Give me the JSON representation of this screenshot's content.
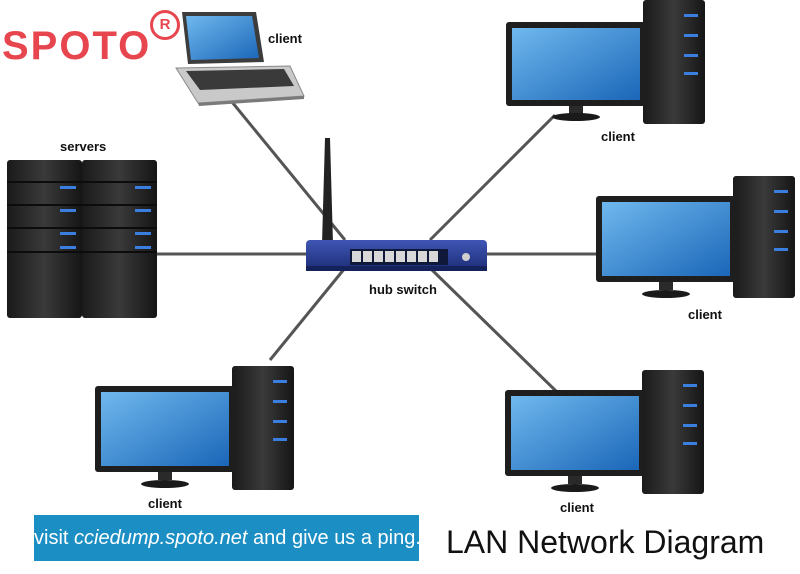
{
  "logo": {
    "text": "SPOTO",
    "registered_mark": "R",
    "color": "#e8464e"
  },
  "labels": {
    "laptop_client": "client",
    "servers": "servers",
    "hub_switch": "hub switch",
    "client_top_right": "client",
    "client_right": "client",
    "client_bottom_left": "client",
    "client_bottom_right": "client"
  },
  "banner": {
    "prefix": "visit",
    "url": "cciedump.spoto.net",
    "suffix": "and give us a ping.",
    "color": "#1b8fc4"
  },
  "title": "LAN Network Diagram",
  "colors": {
    "switch_blue": "#2a3f93",
    "screen_blue": "#2f86d6",
    "cable": "#555555"
  }
}
